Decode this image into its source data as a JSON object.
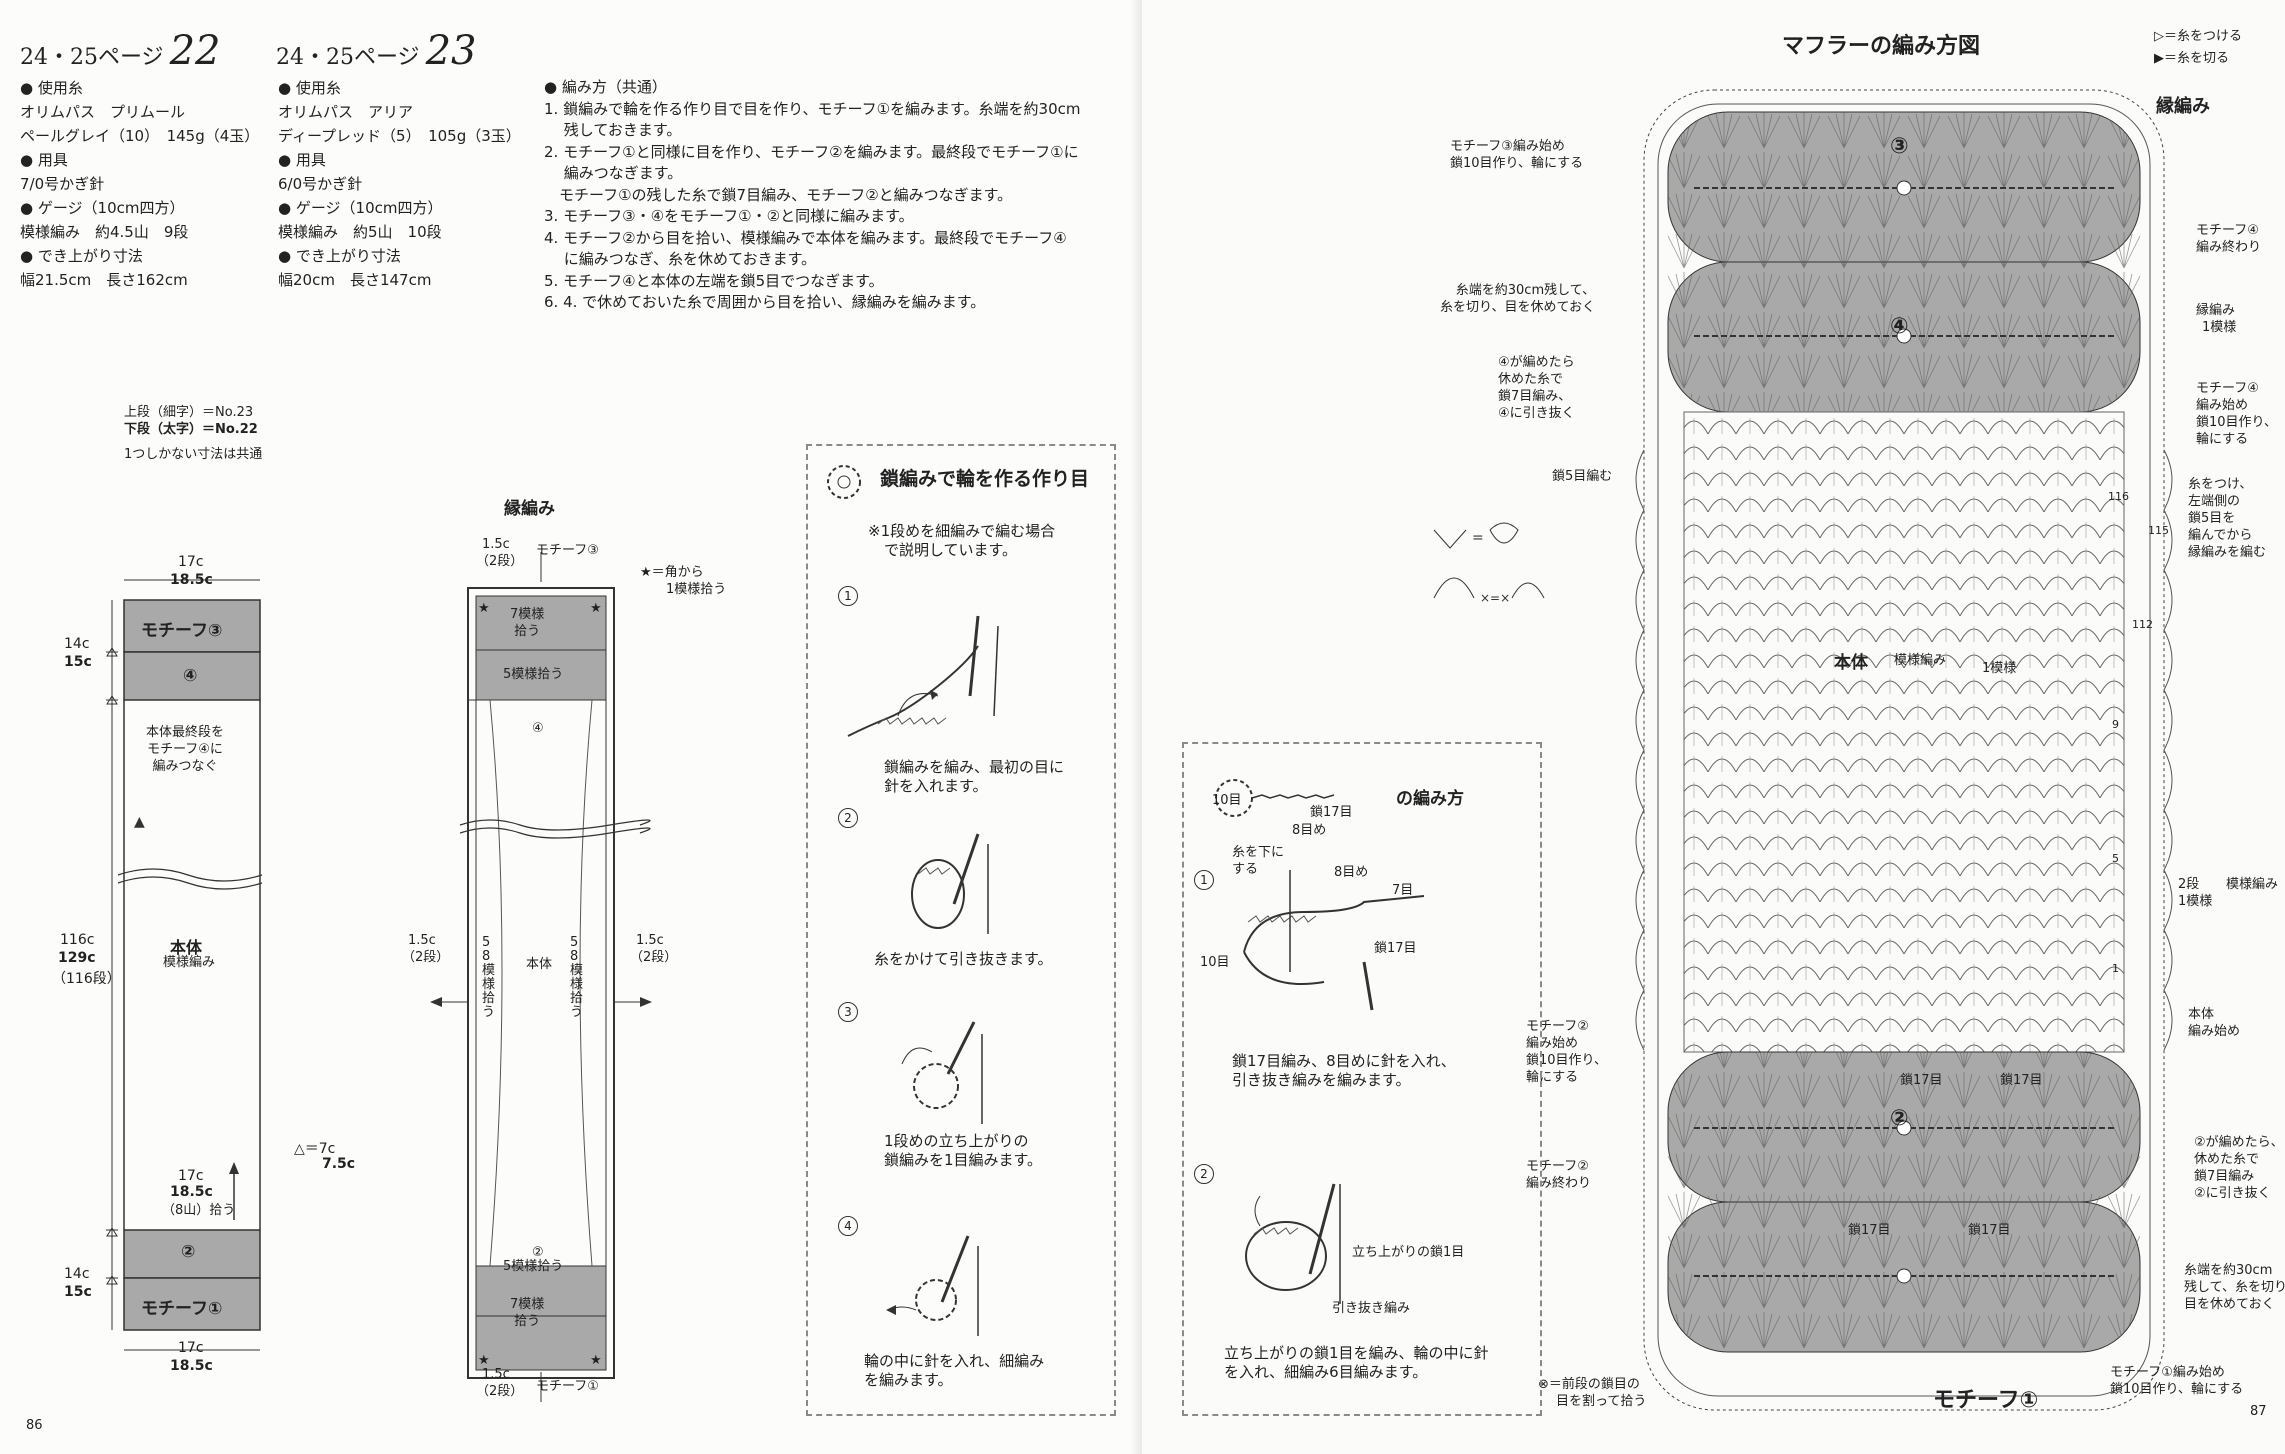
{
  "left_page": {
    "header_22": {
      "ref": "24・25ページ",
      "num": "22"
    },
    "header_23": {
      "ref": "24・25ページ",
      "num": "23"
    },
    "spec22": [
      "● 使用糸",
      "オリムパス　プリムール",
      "ペールグレイ（10）　145g（4玉）",
      "● 用具",
      "7/0号かぎ針",
      "● ゲージ（10cm四方）",
      "模様編み　約4.5山　9段",
      "● でき上がり寸法",
      "幅21.5cm　長さ162cm"
    ],
    "spec23": [
      "● 使用糸",
      "オリムパス　アリア",
      "ディープレッド（5）　105g（3玉）",
      "● 用具",
      "6/0号かぎ針",
      "● ゲージ（10cm四方）",
      "模様編み　約5山　10段",
      "● でき上がり寸法",
      "幅20cm　長さ147cm"
    ],
    "steps": [
      "● 編み方（共通）",
      "1. 鎖編みで輪を作る作り目で目を作り、モチーフ①を編みます。糸端を約30cm",
      "　 残しておきます。",
      "2. モチーフ①と同様に目を作り、モチーフ②を編みます。最終段でモチーフ①に",
      "　 編みつなぎます。",
      "　モチーフ①の残した糸で鎖7目編み、モチーフ②と編みつなぎます。",
      "3. モチーフ③・④をモチーフ①・②と同様に編みます。",
      "4. モチーフ②から目を拾い、模様編みで本体を編みます。最終段でモチーフ④",
      "　 に編みつなぎ、糸を休めておきます。",
      "5. モチーフ④と本体の左端を鎖5目でつなぎます。",
      "6. 4. で休めておいた糸で周囲から目を拾い、縁編みを編みます。"
    ],
    "legend": {
      "upper": "上段（細字）＝No.23",
      "lower": "下段（太字）＝No.22",
      "common": "1つしかない寸法は共通"
    },
    "diag1": {
      "top_w1": "17c",
      "top_w2": "18.5c",
      "motif3": "モチーフ③",
      "motif4": "④",
      "h1a": "14c",
      "h1b": "15c",
      "join_note": [
        "本体最終段を",
        "モチーフ④に",
        "編みつなぐ"
      ],
      "len1": "116c",
      "len2": "129c",
      "len3": "（116段）",
      "body": "本体",
      "body_sub": "模様編み",
      "tri_a": "△＝7c",
      "tri_b": "7.5c",
      "pick_w1": "17c",
      "pick_w2": "18.5c",
      "pick_sub": "（8山）拾う",
      "motif2": "②",
      "motif1": "モチーフ①",
      "h2a": "14c",
      "h2b": "15c",
      "bot_w1": "17c",
      "bot_w2": "18.5c"
    },
    "diag2": {
      "title": "縁編み",
      "star_note1": "★＝角から",
      "star_note2": "1模様拾う",
      "tl1": "1.5c",
      "tl2": "（2段）",
      "motif3": "モチーフ③",
      "top_pick1": "7模様",
      "top_pick2": "拾う",
      "five": "5模様拾う",
      "four": "④",
      "ml1": "1.5c",
      "ml2": "（2段）",
      "mr1": "1.5c",
      "mr2": "（2段）",
      "side_a": "58模様拾う",
      "side_b": "58模様拾う",
      "body": "本体",
      "two": "②",
      "five_b": "5模様拾う",
      "bot_pick1": "7模様",
      "bot_pick2": "拾う",
      "bl1": "1.5c",
      "bl2": "（2段）",
      "motif1": "モチーフ①"
    },
    "ring_box": {
      "title": "鎖編みで輪を作る作り目",
      "note1": "※1段めを細編みで編む場合",
      "note2": "で説明しています。",
      "s1_cap": [
        "鎖編みを編み、最初の目に",
        "針を入れます。"
      ],
      "s2_cap": [
        "糸をかけて引き抜きます。"
      ],
      "s3_cap": [
        "1段めの立ち上がりの",
        "鎖編みを1目編みます。"
      ],
      "s4_cap": [
        "輪の中に針を入れ、細編み",
        "を編みます。"
      ],
      "n1": "1",
      "n2": "2",
      "n3": "3",
      "n4": "4"
    },
    "page_no": "86"
  },
  "right_page": {
    "title": "マフラーの編み方図",
    "legend_attach": "▷＝糸をつける",
    "legend_cut": "▶＝糸を切る",
    "edge": "縁編み",
    "body_label": "本体",
    "body_sub": "模様編み",
    "one_pattern": "1模様",
    "motif_nums": [
      "③",
      "④",
      "②",
      "①"
    ],
    "motif1_label": "モチーフ①",
    "left_notes": {
      "m3_start": [
        "モチーフ③編み始め",
        "鎖10目作り、輪にする"
      ],
      "cut30": [
        "糸端を約30cm残して、",
        "糸を切り、目を休めておく"
      ],
      "m4_join": [
        "④が編めたら",
        "休めた糸で",
        "鎖7目編み、",
        "④に引き抜く"
      ],
      "chain5": "鎖5目編む",
      "m2_start": [
        "モチーフ②",
        "編み始め",
        "鎖10目作り、",
        "輪にする"
      ],
      "m2_end": [
        "モチーフ②",
        "編み終わり"
      ],
      "cross_note": [
        "⊗＝前段の鎖目の",
        "目を割って拾う"
      ]
    },
    "right_notes": {
      "m4_end": [
        "モチーフ④",
        "編み終わり"
      ],
      "edge_1": [
        "縁編み",
        "1模様"
      ],
      "m4_start": [
        "モチーフ④",
        "編み始め",
        "鎖10目作り、",
        "輪にする"
      ],
      "thread_attach": [
        "糸をつけ、",
        "左端側の",
        "鎖5目を",
        "編んでから",
        "縁編みを編む"
      ],
      "pat_2": [
        "2段",
        "1模様"
      ],
      "pat_2b": "模様編み",
      "body_start": [
        "本体",
        "編み始め"
      ],
      "m2_join": [
        "②が編めたら、",
        "休めた糸で",
        "鎖7目編み",
        "②に引き抜く"
      ],
      "cut30b": [
        "糸端を約30cm",
        "残して、糸を切り",
        "目を休めておく"
      ],
      "m1_start": [
        "モチーフ①編み始め",
        "鎖10目作り、輪にする"
      ]
    },
    "chain_counts": [
      "鎖17目",
      "鎖17目",
      "鎖17目",
      "鎖17目"
    ],
    "row_nums": [
      "116",
      "115",
      "112",
      "9",
      "5",
      "1"
    ],
    "sub_box": {
      "title": "の編み方",
      "ring10": "10目",
      "ch17": "鎖17目",
      "s1": {
        "pull": [
          "糸を下に",
          "する"
        ],
        "eight": "8目め",
        "seven": "7目",
        "ten": "10目",
        "ch17b": "鎖17目",
        "cap": [
          "鎖17目編み、8目めに針を入れ、",
          "引き抜き編みを編みます。"
        ]
      },
      "s2": {
        "rise": "立ち上がりの鎖1目",
        "slip": "引き抜き編み",
        "cap": [
          "立ち上がりの鎖1目を編み、輪の中に針",
          "を入れ、細編み6目編みます。"
        ]
      },
      "n1": "1",
      "n2": "2"
    },
    "page_no": "87"
  },
  "colors": {
    "motif_fill": "#a9a9a9",
    "line": "#333333",
    "box_border": "#8a8a8a",
    "lace": "#555555"
  }
}
